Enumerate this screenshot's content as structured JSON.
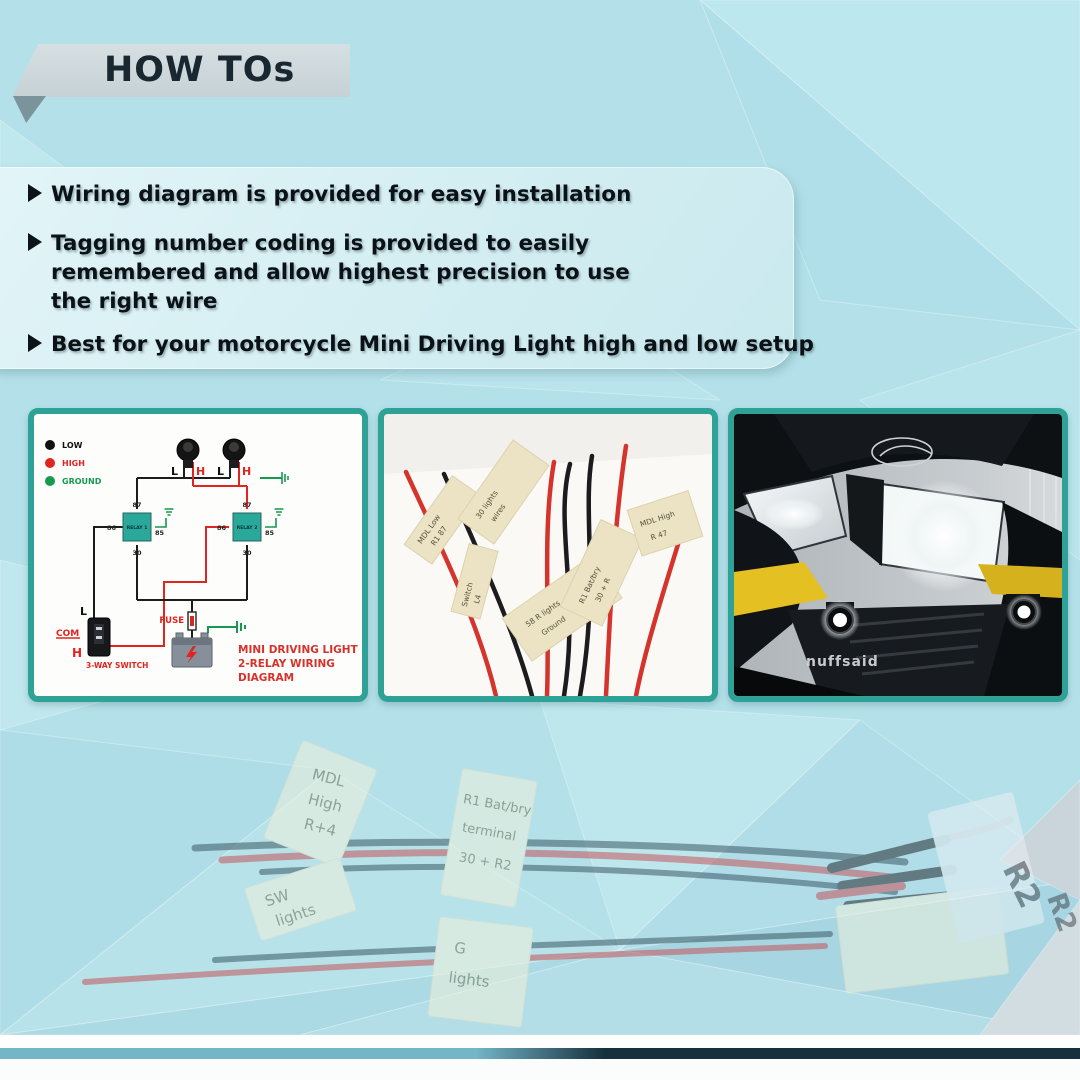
{
  "header": {
    "title": "HOW TOs"
  },
  "bullets": [
    {
      "text": "Wiring diagram is provided for easy installation"
    },
    {
      "text": "Tagging number coding is provided to easily\nremembered and allow highest precision to use\nthe right wire"
    },
    {
      "text": "Best for your motorcycle Mini Driving Light high and low setup"
    }
  ],
  "colors": {
    "background": "#b4e1e9",
    "frame_teal": "#2ea296",
    "relay_teal": "#2aa99b",
    "diagram_red": "#d7312c",
    "legend_low": "#111111",
    "legend_high": "#e0241f",
    "legend_ground": "#169a4f",
    "stripe_left": "#73b6c8",
    "stripe_right": "#16303d"
  },
  "diagram": {
    "legend": [
      {
        "label": "LOW"
      },
      {
        "label": "HIGH"
      },
      {
        "label": "GROUND"
      }
    ],
    "lamp_low": "L",
    "lamp_high": "H",
    "relay1": "RELAY 1",
    "relay2": "RELAY 2",
    "pin_top": "87",
    "pin_left": "86",
    "pin_right": "85",
    "pin_bottom": "30",
    "switch_l": "L",
    "switch_com": "COM",
    "switch_h": "H",
    "switch_caption": "3-WAY SWITCH",
    "fuse": "FUSE",
    "title_line1": "MINI DRIVING LIGHT",
    "title_line2": "2-RELAY WIRING",
    "title_line3": "DIAGRAM"
  },
  "tagged_photo": {
    "tags": [
      {
        "line1": "MDL Low",
        "line2": "R1 87"
      },
      {
        "line1": "30 lights",
        "line2": "wires"
      },
      {
        "line1": "58 R lights",
        "line2": "Ground"
      },
      {
        "line1": "R1 Bat/bry",
        "line2": "30 + R"
      },
      {
        "line1": "MDL High",
        "line2": "R 47"
      },
      {
        "line1": "Switch",
        "line2": "L4"
      }
    ]
  },
  "moto_photo": {
    "watermark": "nuffsaid"
  },
  "bottom_photo": {
    "relay_label": "R2",
    "tags": [
      {
        "line1": "MDL",
        "line2": "High",
        "line3": "R+4"
      },
      {
        "line1": "R1 Bat/bry",
        "line2": "terminal",
        "line3": "30 + R2"
      },
      {
        "line1": "SW",
        "line2": "lights"
      },
      {
        "line1": "G",
        "line2": "lights"
      }
    ]
  }
}
